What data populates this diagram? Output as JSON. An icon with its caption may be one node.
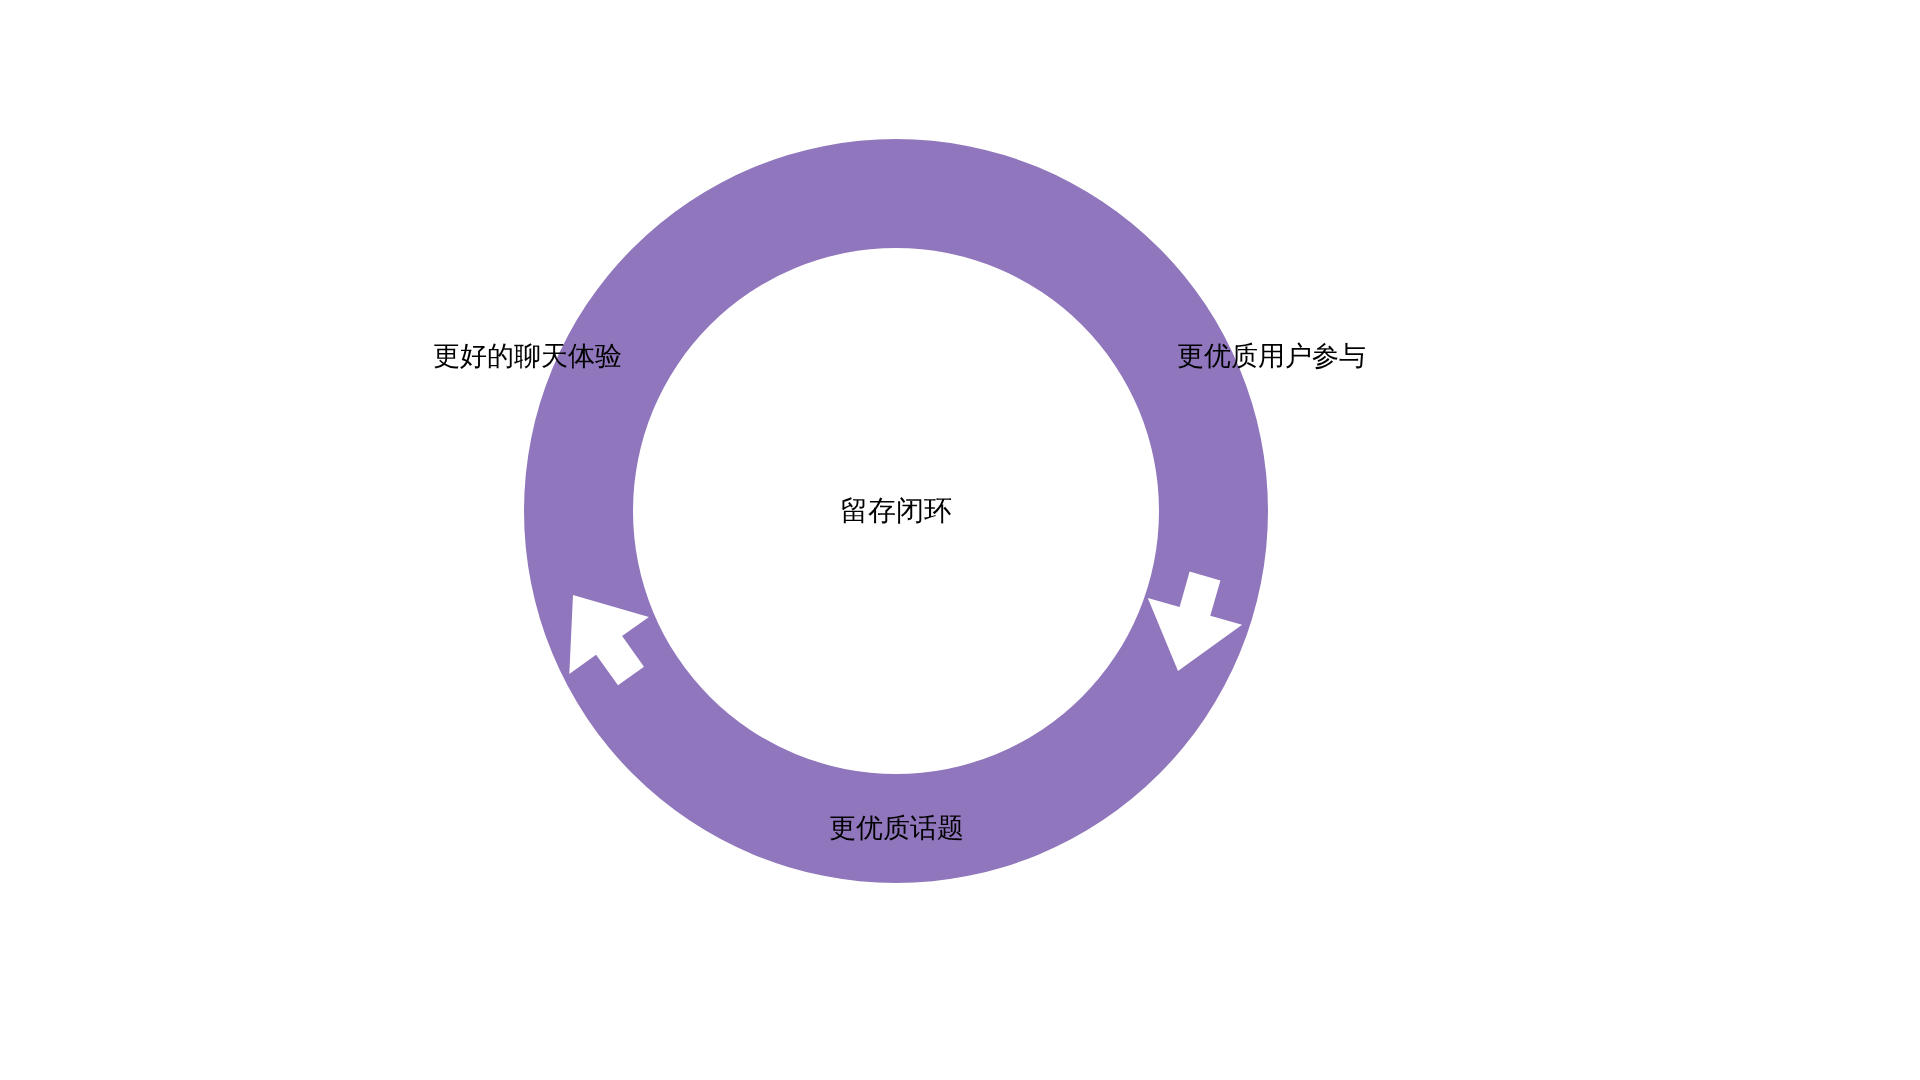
{
  "diagram": {
    "nodes": [
      {
        "text": [
          "更好的聊天体验"
        ]
      },
      {
        "text": [
          "更优质用户参与"
        ]
      },
      {
        "text": [
          "更优质话题"
        ]
      }
    ],
    "labels": [
      "留存闭环"
    ]
  }
}
